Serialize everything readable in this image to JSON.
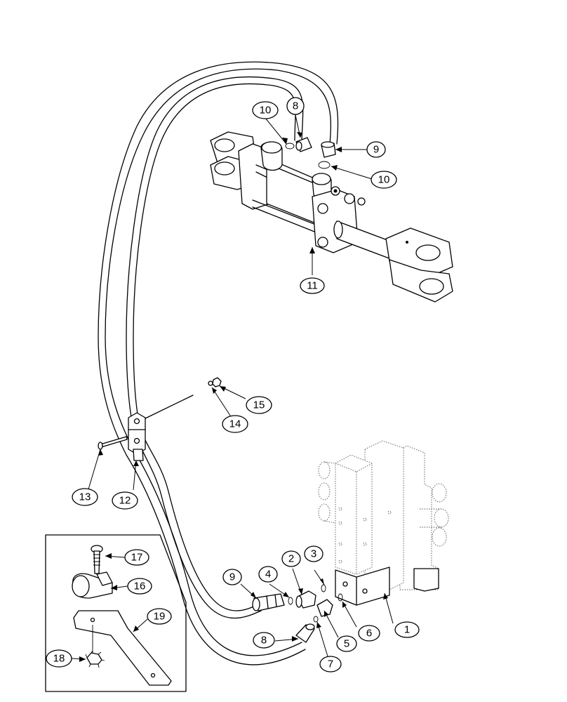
{
  "callouts": [
    {
      "id": "c1",
      "label": "1"
    },
    {
      "id": "c2",
      "label": "2"
    },
    {
      "id": "c3",
      "label": "3"
    },
    {
      "id": "c4",
      "label": "4"
    },
    {
      "id": "c5",
      "label": "5"
    },
    {
      "id": "c6",
      "label": "6"
    },
    {
      "id": "c7",
      "label": "7"
    },
    {
      "id": "c8a",
      "label": "8"
    },
    {
      "id": "c8b",
      "label": "8"
    },
    {
      "id": "c9a",
      "label": "9"
    },
    {
      "id": "c9b",
      "label": "9"
    },
    {
      "id": "c10a",
      "label": "10"
    },
    {
      "id": "c10b",
      "label": "10"
    },
    {
      "id": "c11",
      "label": "11"
    },
    {
      "id": "c12",
      "label": "12"
    },
    {
      "id": "c13",
      "label": "13"
    },
    {
      "id": "c14",
      "label": "14"
    },
    {
      "id": "c15",
      "label": "15"
    },
    {
      "id": "c16",
      "label": "16"
    },
    {
      "id": "c17",
      "label": "17"
    },
    {
      "id": "c18",
      "label": "18"
    },
    {
      "id": "c19",
      "label": "19"
    }
  ]
}
